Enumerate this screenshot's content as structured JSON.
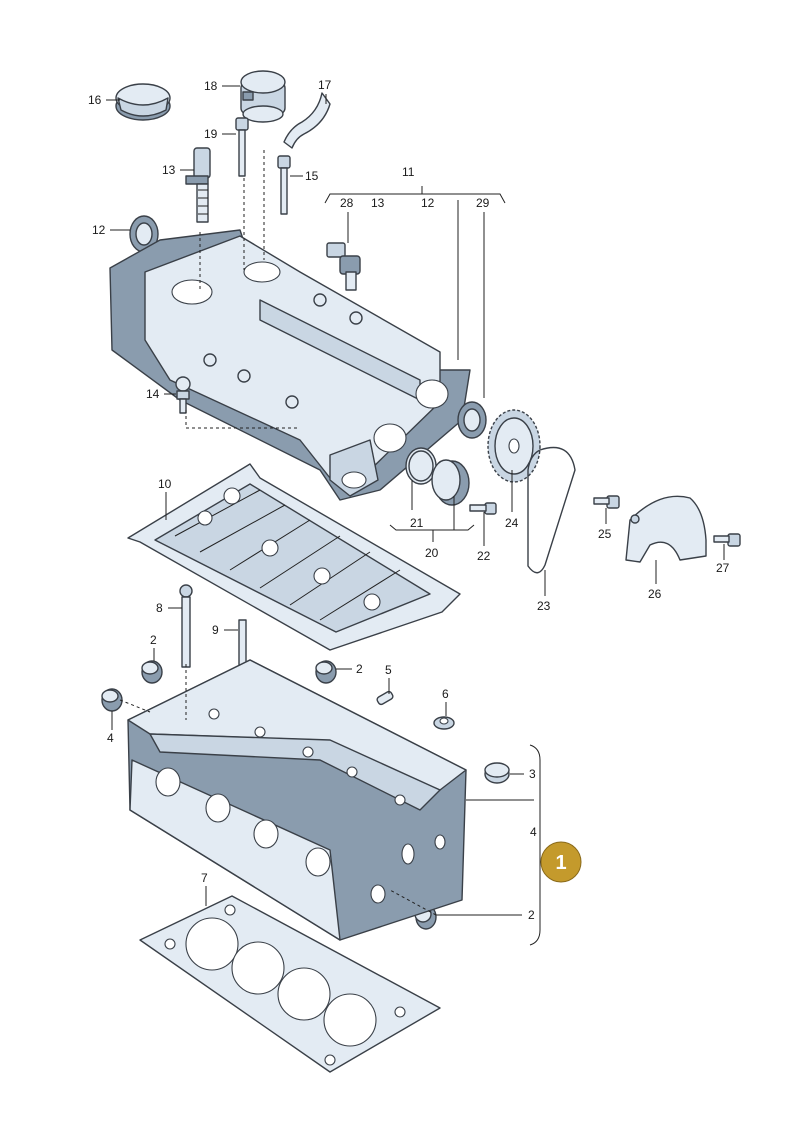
{
  "callouts": {
    "c1": "1",
    "c2a": "2",
    "c2b": "2",
    "c2c": "2",
    "c3": "3",
    "c4a": "4",
    "c4b": "4",
    "c5": "5",
    "c6": "6",
    "c7": "7",
    "c8": "8",
    "c9": "9",
    "c10": "10",
    "c11": "11",
    "c12": "12",
    "c13a": "13",
    "c13b": "13",
    "c14": "14",
    "c15": "15",
    "c16": "16",
    "c17": "17",
    "c18": "18",
    "c19": "19",
    "c20": "20",
    "c21": "21",
    "c22": "22",
    "c23": "23",
    "c24": "24",
    "c25": "25",
    "c26": "26",
    "c27": "27",
    "c28": "28",
    "c29": "29"
  },
  "badge": {
    "label": "1",
    "color": "#c49a2c"
  },
  "colors": {
    "part_fill": "#e3ebf3",
    "part_shade": "#8a9cae",
    "outline": "#3a4048"
  }
}
